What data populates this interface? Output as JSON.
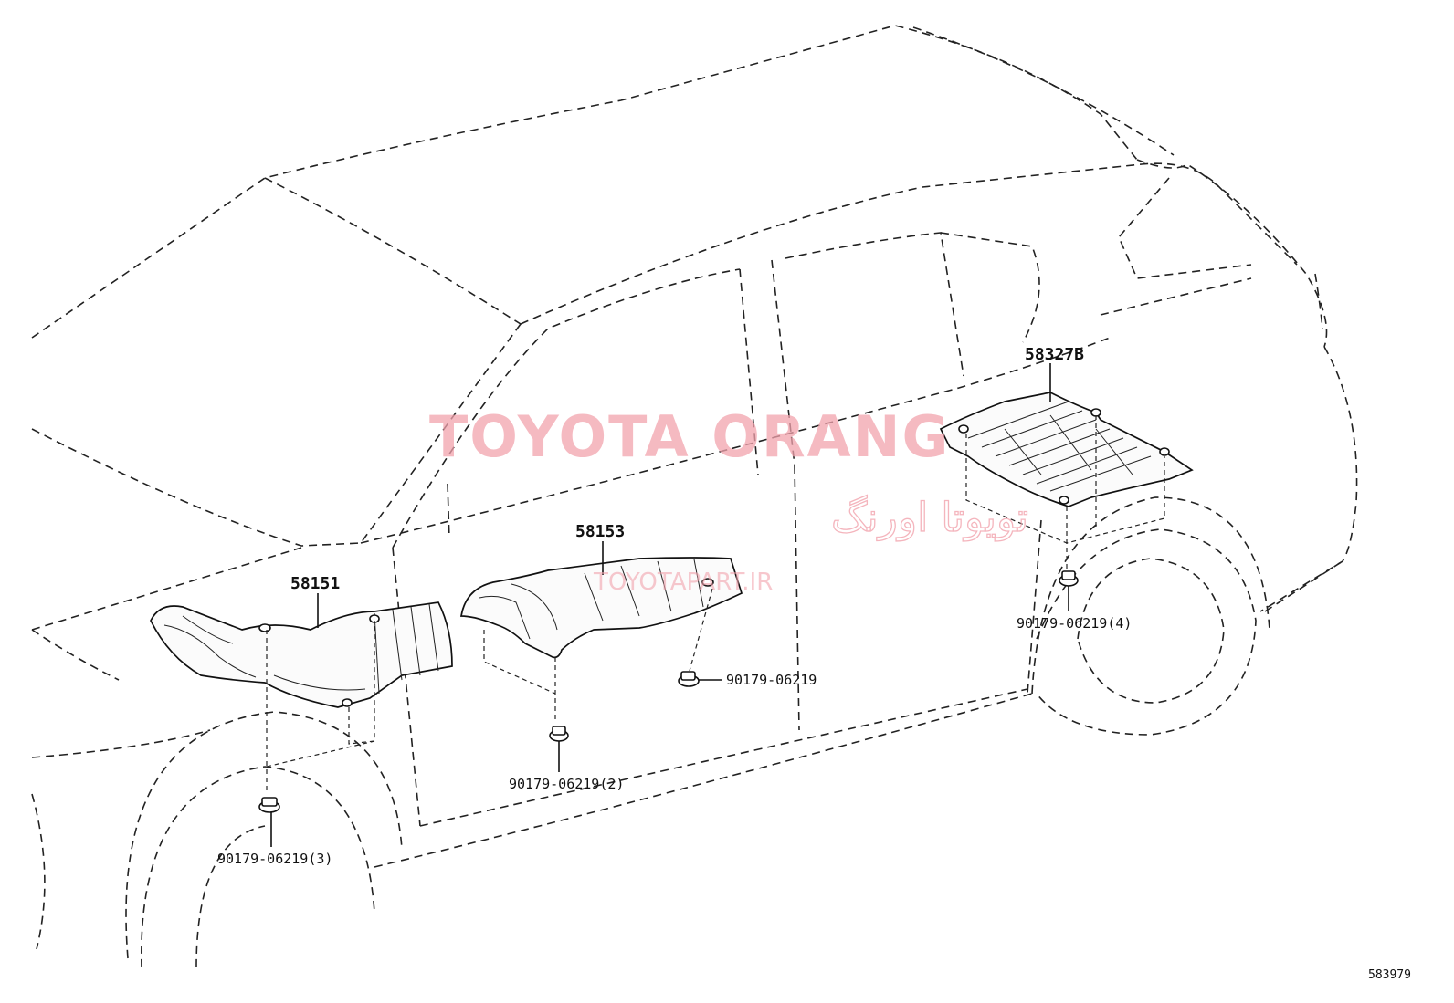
{
  "diagram": {
    "parts": [
      {
        "label": "58151"
      },
      {
        "label": "58153"
      },
      {
        "label": "58327B"
      }
    ],
    "fasteners": [
      {
        "label": "90179-06219(3)"
      },
      {
        "label": "90179-06219(2)"
      },
      {
        "label": "90179-06219"
      },
      {
        "label": "90179-06219(4)"
      }
    ],
    "figure_number": "583979"
  },
  "watermark": {
    "brand": "TOYOTA ORANG",
    "brand_fa": "تویوتا اورنگ",
    "url": "TOYOTAPART.IR",
    "color": "#f2a3ad"
  }
}
